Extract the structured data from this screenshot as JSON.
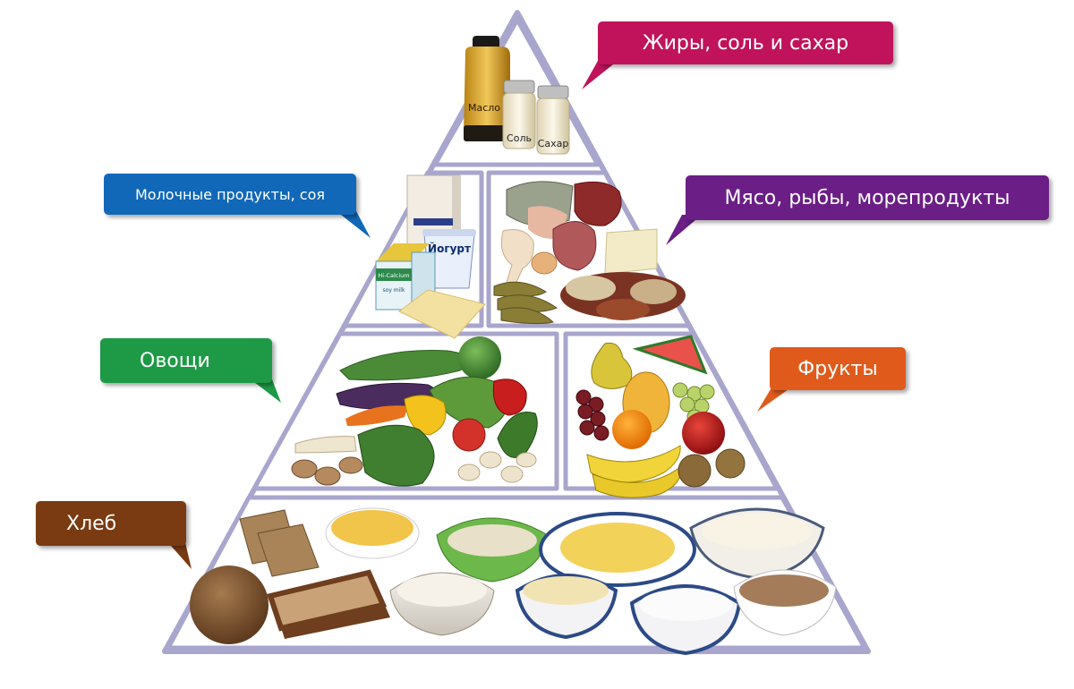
{
  "tiers": {
    "top": {
      "label": "Жиры, соль и сахар",
      "color": "#c0135b",
      "items": {
        "oil": "Масло",
        "salt": "Соль",
        "sugar": "Сахар"
      }
    },
    "dairy": {
      "label": "Молочные продукты, соя",
      "color": "#1268b8",
      "items": {
        "yogurt": "Йогурт",
        "carton_brand": "Hi-Calcium",
        "carton_sub": "soy milk"
      }
    },
    "meat": {
      "label": "Мясо, рыбы, морепродукты",
      "color": "#6a1e86"
    },
    "vegetables": {
      "label": "Овощи",
      "color": "#1e9a47"
    },
    "fruits": {
      "label": "Фрукты",
      "color": "#e05a1c"
    },
    "bread": {
      "label": "Хлеб",
      "color": "#7a3a12"
    }
  },
  "colors": {
    "frame": "#a8a6cc",
    "background": "#ffffff"
  }
}
